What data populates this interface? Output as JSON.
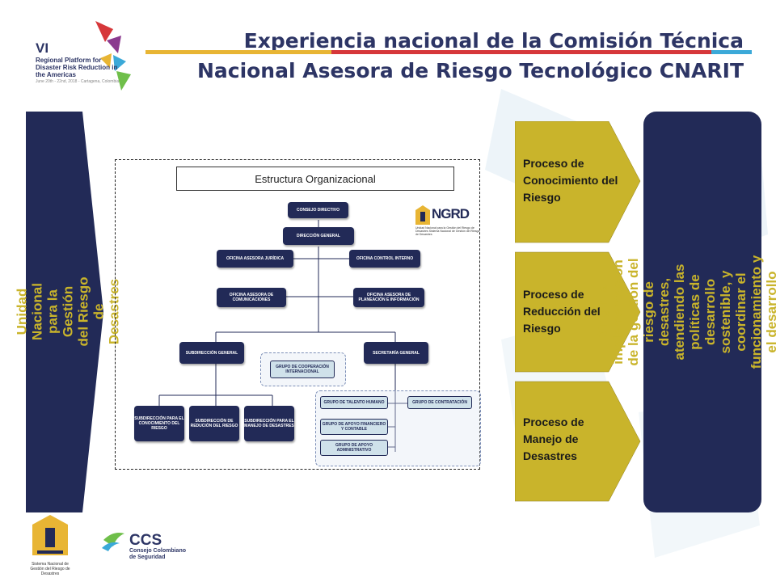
{
  "header": {
    "title_line1": "Experiencia nacional de la Comisión Técnica",
    "title_line2": "Nacional Asesora de Riesgo Tecnológico CNARIT",
    "event_logo_numeral": "VI",
    "event_logo_text": "Regional Platform for Disaster Risk Reduction in the Americas",
    "event_logo_small": "June 20th - 22nd, 2018 - Cartagena, Colombia",
    "bar_colors": [
      "#e8b534",
      "#d6373a",
      "#3ba9d8"
    ]
  },
  "left_arrow": {
    "label": "Unidad Nacional para la Gestión del Riesgo de Desastres",
    "fill": "#222a57",
    "text_color": "#c9b42b"
  },
  "org_chart": {
    "title": "Estructura Organizacional",
    "logo_text": "NGRD",
    "logo_subtext": "Unidad Nacional para la Gestión del Riesgo de Desastres Sistema Nacional de Gestión del Riesgo de Desastres",
    "nodes": {
      "consejo": "CONSEJO DIRECTIVO",
      "direccion": "DIRECCIÓN GENERAL",
      "juridica": "OFICINA ASESORA JURÍDICA",
      "control": "OFICINA CONTROL INTERNO",
      "comunicaciones": "OFICINA ASESORA DE COMUNICACIONES",
      "planeacion": "OFICINA ASESORA DE PLANEACIÓN E INFORMACIÓN",
      "subdireccion": "SUBDIRECCIÓN GENERAL",
      "secretaria": "SECRETARÍA GENERAL",
      "cooperacion": "GRUPO DE COOPERACIÓN INTERNACIONAL",
      "conocimiento": "SUBDIRECCIÓN PARA EL CONOCIMIENTO DEL RIESGO",
      "reduccion": "SUBDIRECCIÓN DE REDUCIÓN DEL RIESGO",
      "manejo": "SUBDIRECCIÓN PARA EL MANEJO DE DESASTRES",
      "talento": "GRUPO DE TALENTO HUMANO",
      "contratacion": "GRUPO DE CONTRATACIÓN",
      "financiero": "GRUPO DE APOYO FINANCIERO Y CONTABLE",
      "administrativo": "GRUPO DE APOYO ADMINISTRATIVO"
    }
  },
  "processes": [
    {
      "label": "Proceso de Conocimiento del Riesgo"
    },
    {
      "label": "Proceso de Reducción del Riesgo"
    },
    {
      "label": "Proceso de Manejo de Desastres"
    }
  ],
  "process_fill": "#c9b42b",
  "goal": {
    "text": "Dirigir la implementación de la gestión del riesgo de desastres, atendiendo las políticas de desarrollo sostenible, y coordinar el funcionamiento y el desarrollo continuo del SNGRD.",
    "fill": "#222a57",
    "text_color": "#c9b42b"
  },
  "footer": {
    "sngrd_text": "Sistema Nacional de Gestión del Riesgo de Desastres",
    "ccs_text": "CCS",
    "ccs_subtext": "Consejo Colombiano de Seguridad"
  }
}
